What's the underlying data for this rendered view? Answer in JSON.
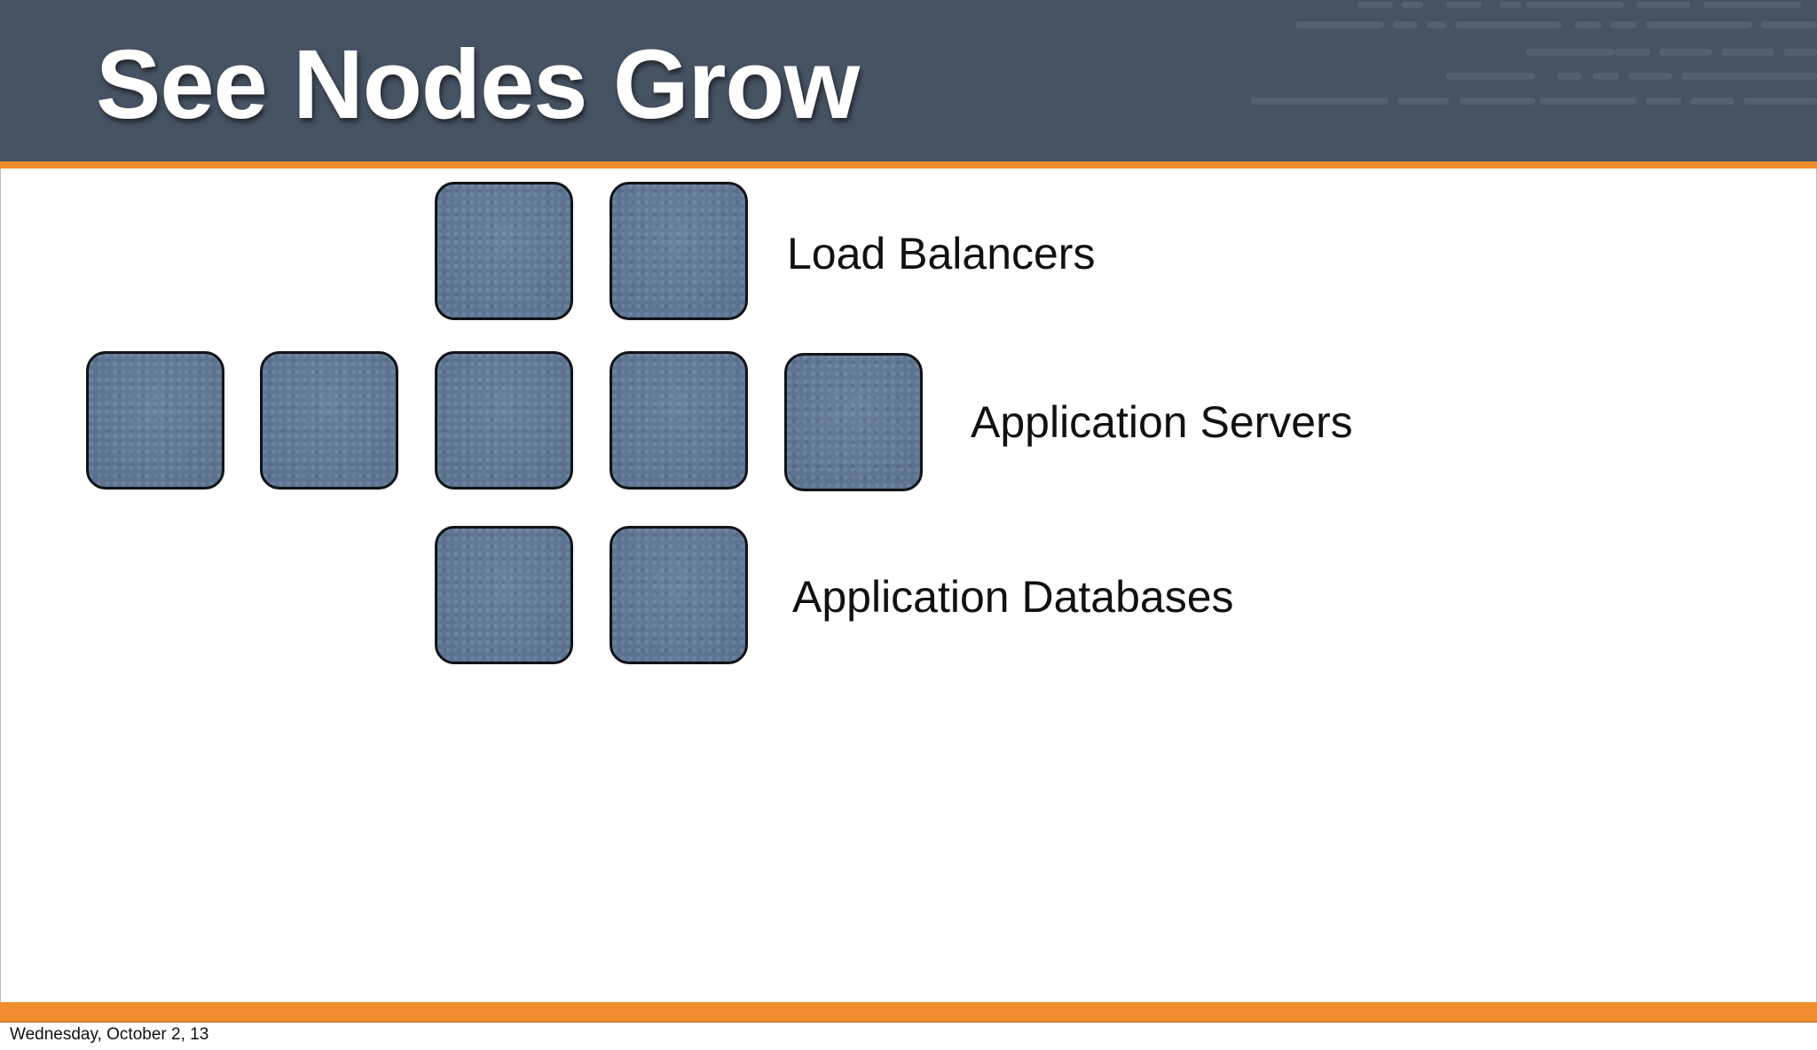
{
  "slide": {
    "title": "See Nodes Grow",
    "footer_date": "Wednesday, October 2, 13"
  },
  "tiers": [
    {
      "label": "Load Balancers",
      "node_count": 2
    },
    {
      "label": "Application Servers",
      "node_count": 5
    },
    {
      "label": "Application Databases",
      "node_count": 2
    }
  ],
  "colors": {
    "header_background": "#465363",
    "accent_orange": "#ef8c2d",
    "node_fill": "#5f7797",
    "node_border": "#101418",
    "title_text": "#ffffff",
    "label_text": "#111111"
  }
}
